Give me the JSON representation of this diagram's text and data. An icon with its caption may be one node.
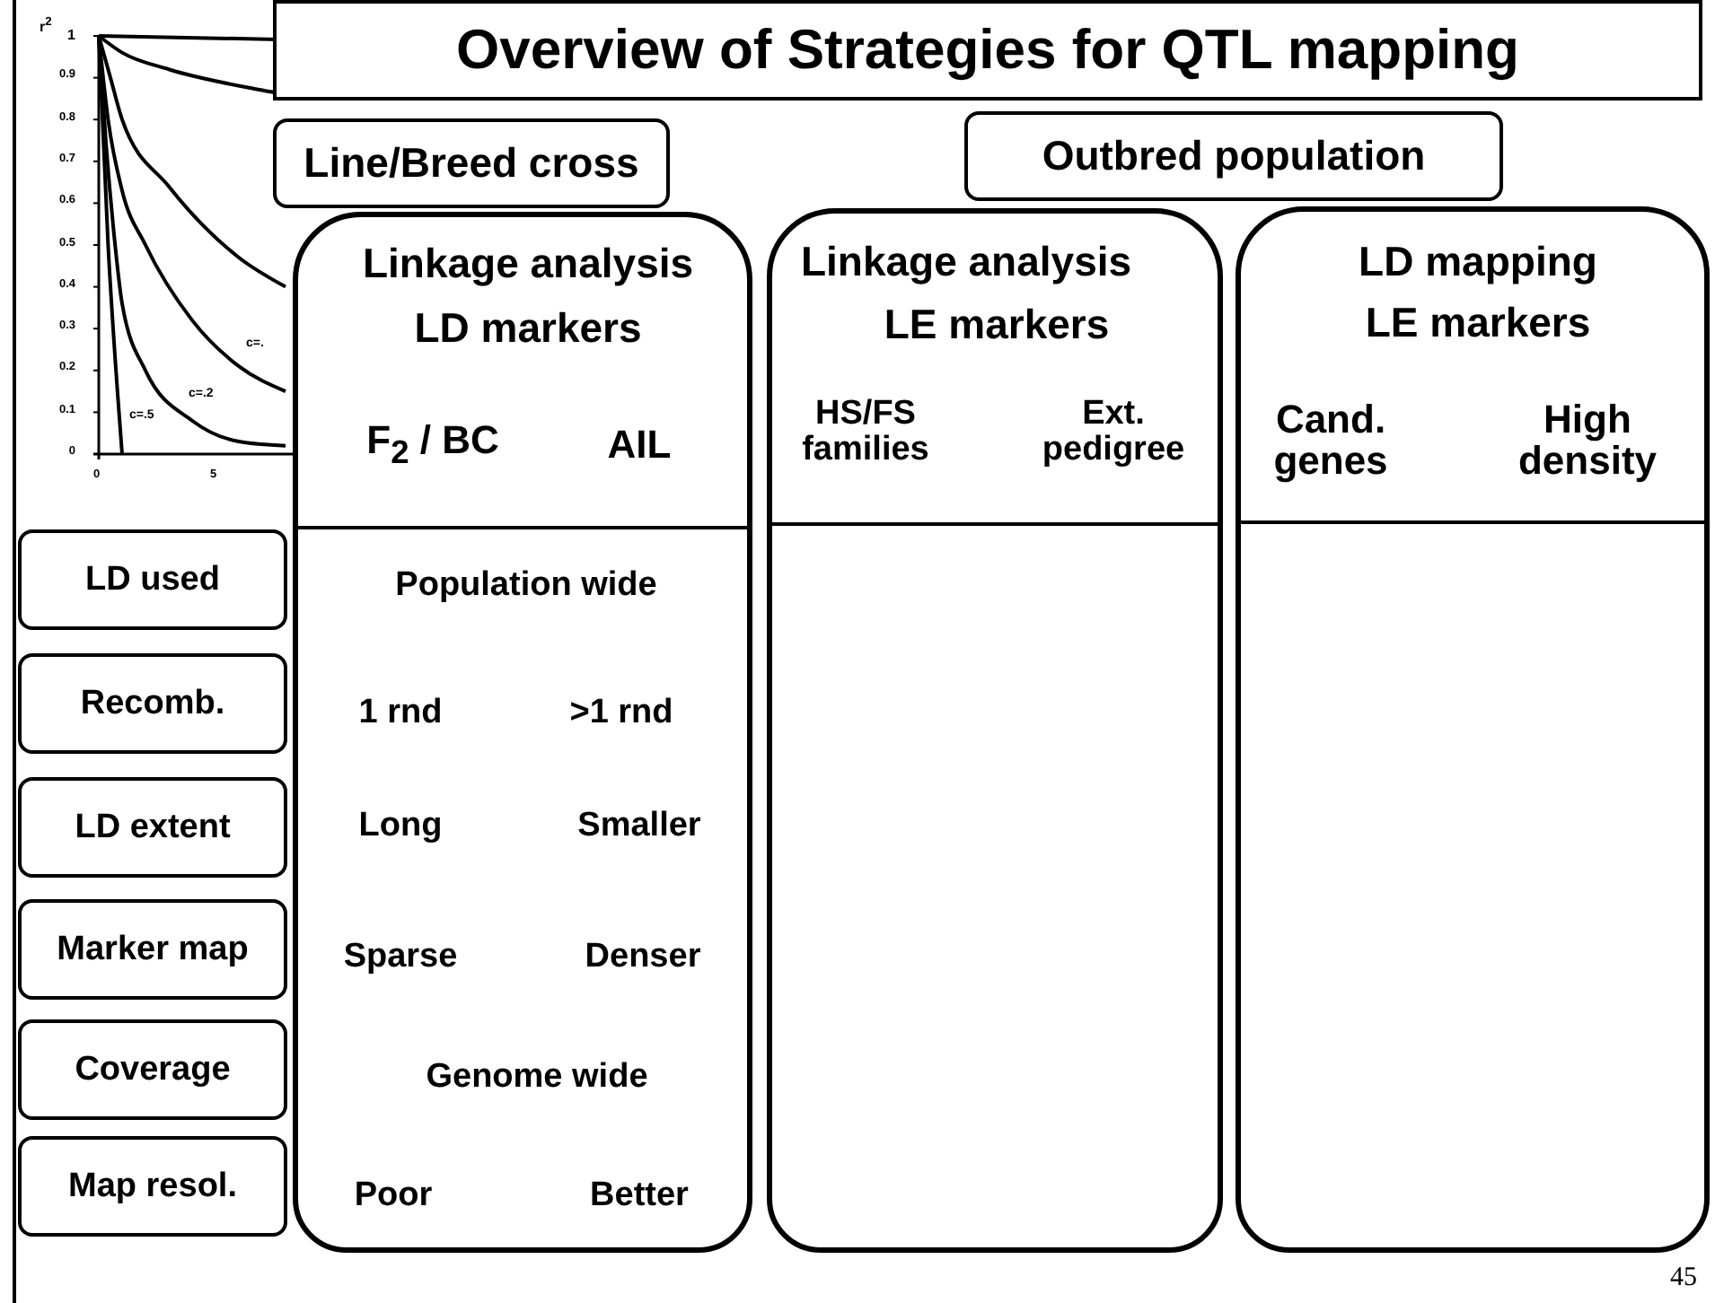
{
  "diagram": {
    "title": "Overview of Strategies for QTL mapping",
    "nodes": [
      {
        "text": [
          "Line/Breed cross"
        ]
      },
      {
        "text": [
          "Outbred population"
        ]
      },
      {
        "text": [
          "Linkage analysis",
          "LD markers",
          "F$_{2}$ / BC",
          "AIL",
          "Population wide",
          "1 rnd",
          ">1 rnd",
          "Long",
          "Smaller",
          "Sparse",
          "Denser",
          "Genome wide",
          "Poor",
          "Better"
        ]
      },
      {
        "text": [
          "Linkage analysis",
          "LE markers",
          "HS/FS families",
          "Ext. pedigree"
        ]
      },
      {
        "text": [
          "LD mapping",
          "LE markers",
          "Cand. genes",
          "High density"
        ]
      },
      {
        "text": [
          "LD used"
        ]
      },
      {
        "text": [
          "Recomb."
        ]
      },
      {
        "text": [
          "LD extent"
        ]
      },
      {
        "text": [
          "Marker map"
        ]
      },
      {
        "text": [
          "Coverage"
        ]
      },
      {
        "text": [
          "Map resol."
        ]
      }
    ],
    "labels": [
      "r$^{2}$",
      "1",
      "0.9",
      "0.8",
      "0.7",
      "0.6",
      "0.5",
      "0.4",
      "0.3",
      "0.2",
      "0.1",
      "0",
      "0",
      "5",
      "c=.",
      "c=.2",
      "c=.5",
      "45"
    ]
  }
}
